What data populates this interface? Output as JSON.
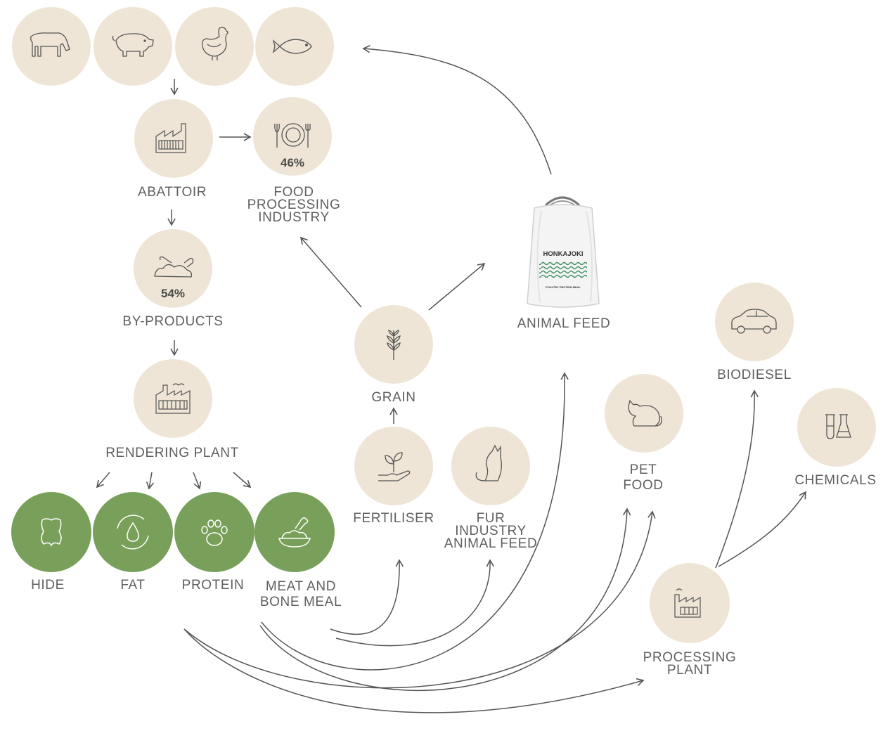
{
  "colors": {
    "beige": "#eee5d6",
    "green": "#79a05a",
    "stroke": "#555555",
    "text": "#5f5f5f",
    "bag_pattern": "#3f8f64"
  },
  "sources": [
    {
      "icon": "cow-icon"
    },
    {
      "icon": "pig-icon"
    },
    {
      "icon": "chicken-icon"
    },
    {
      "icon": "fish-icon"
    }
  ],
  "abattoir": {
    "label": "ABATTOIR",
    "icon": "factory-icon"
  },
  "food_processing": {
    "label": "FOOD\nPROCESSING\nINDUSTRY",
    "percent": "46%",
    "icon": "plate-cutlery-icon"
  },
  "by_products": {
    "label": "BY-PRODUCTS",
    "percent": "54%",
    "icon": "bones-icon"
  },
  "rendering_plant": {
    "label": "RENDERING PLANT",
    "icon": "plant-icon"
  },
  "products": [
    {
      "label": "HIDE",
      "icon": "hide-icon"
    },
    {
      "label": "FAT",
      "icon": "oil-drop-cycle-icon"
    },
    {
      "label": "PROTEIN",
      "icon": "paw-icon"
    },
    {
      "label": "MEAT AND\nBONE MEAL",
      "icon": "food-bowl-icon"
    }
  ],
  "grain": {
    "label": "GRAIN",
    "icon": "wheat-icon"
  },
  "fertiliser": {
    "label": "FERTILISER",
    "icon": "hand-sprout-icon"
  },
  "fur_feed": {
    "label": "FUR\nINDUSTRY\nANIMAL FEED",
    "icon": "fox-icon"
  },
  "animal_feed": {
    "label": "ANIMAL FEED",
    "bag_brand": "HONKAJOKI",
    "bag_caption": "POULTRY PROTEIN MEAL"
  },
  "pet_food": {
    "label": "PET\nFOOD",
    "icon": "cat-icon"
  },
  "biodiesel": {
    "label": "BIODIESEL",
    "icon": "car-icon"
  },
  "chemicals": {
    "label": "CHEMICALS",
    "icon": "flasks-icon"
  },
  "processing_plant": {
    "label": "PROCESSING\nPLANT",
    "icon": "factory-icon"
  }
}
